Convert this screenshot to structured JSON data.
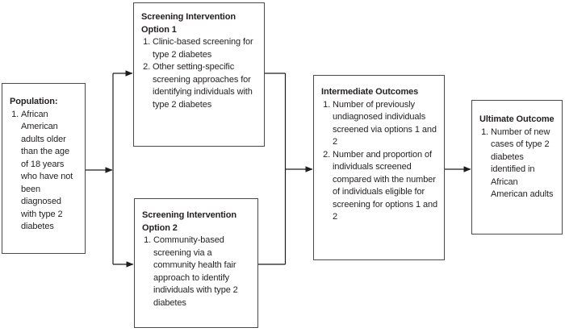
{
  "diagram": {
    "colors": {
      "border": "#4a4a4c",
      "text": "#231f20",
      "line": "#1d1d1f",
      "background": "#ffffff"
    },
    "boxes": {
      "population": {
        "heading": "Population:",
        "items": [
          "African American adults older than the age of 18 years who have not been diagnosed with type 2 diabetes"
        ]
      },
      "option1": {
        "heading": "Screening Intervention Option 1",
        "items": [
          "Clinic-based screening for type 2 diabetes",
          "Other setting-specific screening approaches for identifying individuals with type 2 diabetes"
        ]
      },
      "option2": {
        "heading": "Screening Intervention Option 2",
        "items": [
          "Community-based screening via a community health fair approach to identify individuals with type 2 diabetes"
        ]
      },
      "intermediate": {
        "heading": "Intermediate Outcomes",
        "items": [
          "Number of previously undiagnosed individuals screened via options 1 and 2",
          "Number and proportion of individuals screened compared with the number of individuals eligible for screening for options 1 and 2"
        ]
      },
      "ultimate": {
        "heading": "Ultimate Outcome",
        "items": [
          "Number of new cases of type 2 diabetes identified in African American adults"
        ]
      }
    }
  }
}
